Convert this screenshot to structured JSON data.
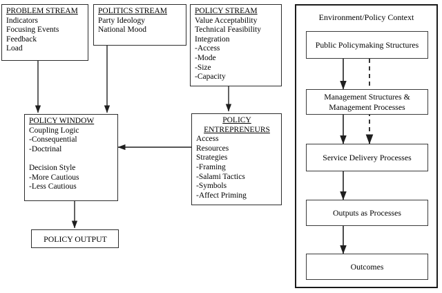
{
  "diagram": {
    "left_model": {
      "problem_stream": {
        "title": "PROBLEM STREAM",
        "items": [
          "Indicators",
          "Focusing Events",
          "Feedback",
          "Load"
        ]
      },
      "politics_stream": {
        "title": "POLITICS STREAM",
        "items": [
          "Party Ideology",
          "National Mood"
        ]
      },
      "policy_stream": {
        "title": "POLICY STREAM",
        "items": [
          "Value Acceptability",
          "Technical Feasibility",
          "Integration",
          "-Access",
          "-Mode",
          "-Size",
          "-Capacity"
        ]
      },
      "policy_window": {
        "title": "POLICY WINDOW",
        "group_one_heading": "Coupling Logic",
        "group_one_items": [
          "-Consequential",
          "-Doctrinal"
        ],
        "group_two_heading": "Decision Style",
        "group_two_items": [
          "-More Cautious",
          "-Less Cautious"
        ]
      },
      "policy_entrepreneurs": {
        "title_line_one": "POLICY",
        "title_line_two": "ENTREPRENEURS",
        "items": [
          "Access",
          "Resources",
          "Strategies",
          "-Framing",
          "-Salami Tactics",
          "-Symbols",
          "-Affect Priming"
        ]
      },
      "policy_output": {
        "label": "POLICY OUTPUT"
      }
    },
    "right_model": {
      "panel_title": "Environment/Policy Context",
      "nodes": [
        {
          "label": "Public Policymaking Structures"
        },
        {
          "label": "Management Structures & Management Processes"
        },
        {
          "label": "Service Delivery Processes"
        },
        {
          "label": "Outputs as Processes"
        },
        {
          "label": "Outcomes"
        }
      ]
    },
    "colors": {
      "stroke": "#2b2b2b",
      "panel_stroke": "#1a1a1a",
      "background": "#ffffff",
      "text": "#000000"
    }
  }
}
